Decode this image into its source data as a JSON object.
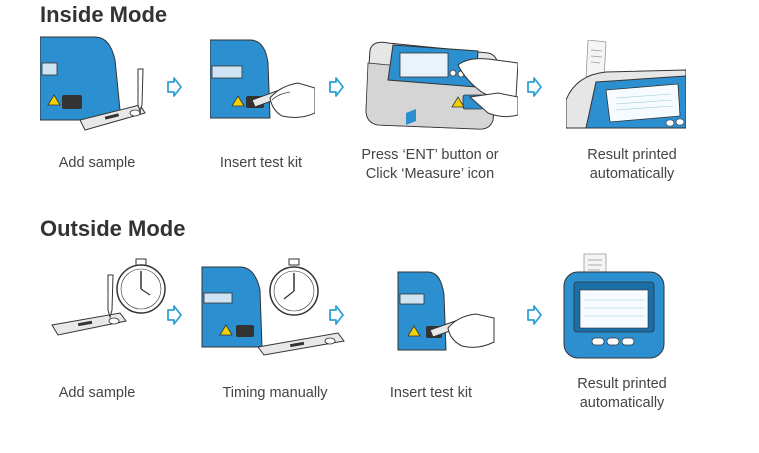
{
  "sections": [
    {
      "title": "Inside Mode",
      "steps": [
        {
          "caption": [
            "Add sample"
          ]
        },
        {
          "caption": [
            "Insert test kit"
          ]
        },
        {
          "caption": [
            "Press ‘ENT’ button or",
            "Click ‘Measure’ icon"
          ]
        },
        {
          "caption": [
            "Result printed",
            "automatically"
          ]
        }
      ]
    },
    {
      "title": "Outside Mode",
      "steps": [
        {
          "caption": [
            "Add sample"
          ]
        },
        {
          "caption": [
            "Timing manually"
          ]
        },
        {
          "caption": [
            "Insert test kit"
          ]
        },
        {
          "caption": [
            "Result printed",
            "automatically"
          ]
        }
      ]
    }
  ],
  "colors": {
    "device_blue": "#2b8fd0",
    "device_dark": "#1b6fa8",
    "arrow": "#2ea0d8",
    "outline": "#333333"
  },
  "icons": [
    "analyzer-device-icon",
    "test-strip-icon",
    "pipette-icon",
    "hand-icon",
    "stopwatch-icon",
    "printer-paper-icon",
    "arrow-right-icon"
  ]
}
